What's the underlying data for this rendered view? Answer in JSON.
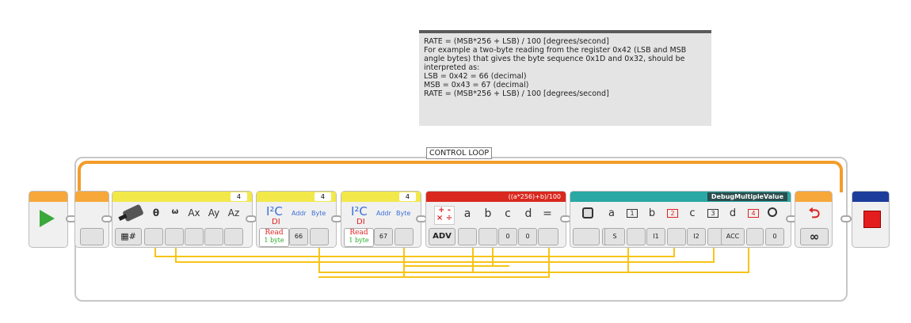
{
  "comment": {
    "lines": [
      "RATE = (MSB*256 + LSB) / 100 [degrees/second]",
      "For example a two-byte reading from the register 0x42 (LSB and MSB",
      "angle bytes) that gives the byte sequence 0x1D and 0x32, should be",
      "interpreted as:",
      "LSB = 0x42 = 66 (decimal)",
      "MSB = 0x43 = 67 (decimal)",
      "RATE = (MSB*256 + LSB) / 100 [degrees/second]"
    ]
  },
  "loop": {
    "label": "CONTROL LOOP"
  },
  "sensor_block": {
    "port": "4",
    "labels": [
      "θ",
      "ω",
      "Ax",
      "Ay",
      "Az"
    ],
    "mode_icon": "keyboard-hash-icon",
    "sensor_icon": "gyro-sensor-icon"
  },
  "i2c_read_1": {
    "port": "4",
    "title": "I²C",
    "subtitle": "DI",
    "addr_label": "Addr",
    "byte_label": "Byte",
    "mode_line1": "Read",
    "mode_line2": "1 byte",
    "byte_value": "66"
  },
  "i2c_read_2": {
    "port": "4",
    "title": "I²C",
    "subtitle": "DI",
    "addr_label": "Addr",
    "byte_label": "Byte",
    "mode_line1": "Read",
    "mode_line2": "1 byte",
    "byte_value": "67"
  },
  "math_block": {
    "formula": "((a*256)+b)/100",
    "mode": "ADV",
    "inputs": [
      "a",
      "b",
      "c",
      "d"
    ],
    "equals": "=",
    "c_value": "0",
    "d_value": "0"
  },
  "debug_block": {
    "title": "DebugMultipleValue",
    "params": [
      "a",
      "b",
      "c",
      "d"
    ],
    "param_icons": [
      "1",
      "2",
      "3",
      "4"
    ],
    "values": [
      "S",
      "I1",
      "I2",
      "ACC",
      "0"
    ]
  },
  "loop_end": {
    "mode_icon": "infinity-icon",
    "mode_text": "∞"
  },
  "colors": {
    "start": "#3aa83a",
    "stop": "#e31d1d",
    "wire": "#f7c417",
    "loop": "#f39c2a"
  }
}
